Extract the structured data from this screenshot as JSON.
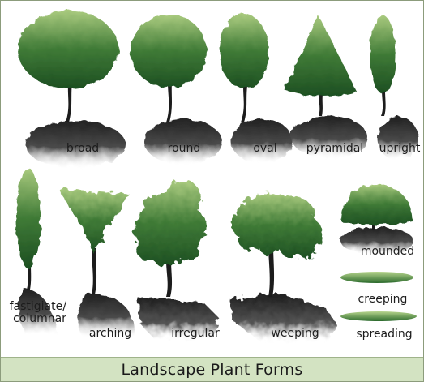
{
  "caption": "Landscape Plant Forms",
  "colors": {
    "foliage_top": "#aacb7f",
    "foliage_mid": "#3f7a36",
    "foliage_bottom": "#1d4f22",
    "shadow": "#262626",
    "caption_band": "#d3e3c2"
  },
  "plants": [
    {
      "id": "broad",
      "label": "broad"
    },
    {
      "id": "round",
      "label": "round"
    },
    {
      "id": "oval",
      "label": "oval"
    },
    {
      "id": "pyramidal",
      "label": "pyramidal"
    },
    {
      "id": "upright",
      "label": "upright"
    },
    {
      "id": "fastigiate",
      "label_lines": [
        "fastigiate/",
        "columnar"
      ]
    },
    {
      "id": "arching",
      "label": "arching"
    },
    {
      "id": "irregular",
      "label": "irregular"
    },
    {
      "id": "weeping",
      "label": "weeping"
    },
    {
      "id": "mounded",
      "label": "mounded"
    },
    {
      "id": "creeping",
      "label": "creeping"
    },
    {
      "id": "spreading",
      "label": "spreading"
    }
  ]
}
